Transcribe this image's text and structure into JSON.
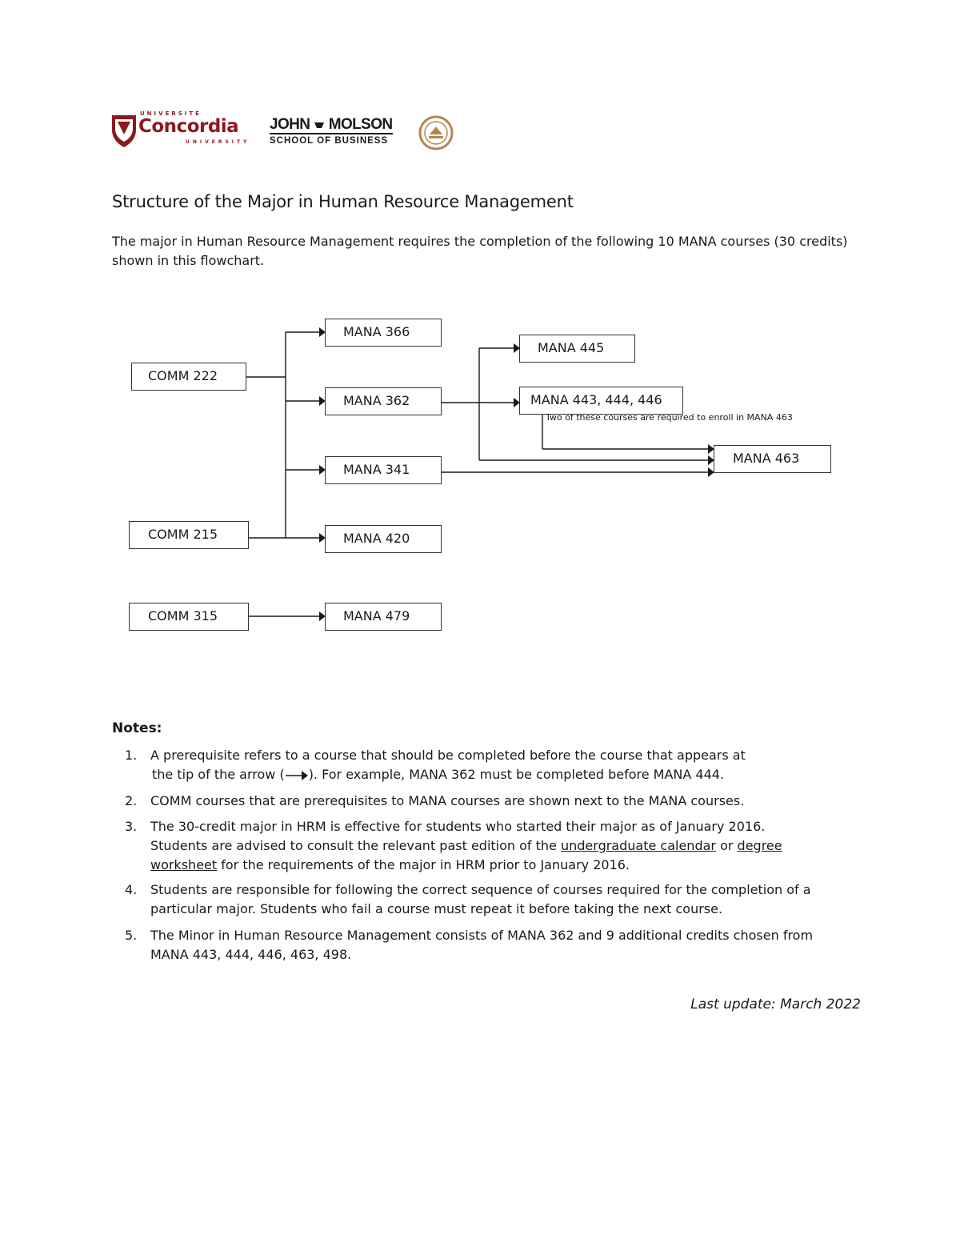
{
  "logos": {
    "concordia_top": "UNIVERSITÉ",
    "concordia_word": "Concordia",
    "concordia_bottom": "UNIVERSITY",
    "molson_top_left": "JOHN",
    "molson_top_right": "MOLSON",
    "molson_bottom": "SCHOOL OF BUSINESS",
    "colors": {
      "concordia": "#8b1a1f",
      "seal": "#b0874f"
    }
  },
  "title": "Structure of the Major in Human Resource Management",
  "intro": "The major in Human Resource Management requires the completion of the following 10 MANA courses (30 credits) shown in this flowchart.",
  "flowchart": {
    "comm222": "COMM 222",
    "comm215": "COMM 215",
    "comm315": "COMM 315",
    "mana366": "MANA 366",
    "mana362": "MANA 362",
    "mana341": "MANA 341",
    "mana420": "MANA 420",
    "mana479": "MANA 479",
    "mana445": "MANA 445",
    "mana443": "MANA 443, 444, 446",
    "mana463": "MANA 463",
    "note": "Two of these courses are required to enroll in MANA 463"
  },
  "notes": {
    "heading": "Notes:",
    "n1_num": "1.",
    "n1_a": "A prerequisite refers to a course that should be completed before the course that appears at",
    "n1_b_pre": "the tip of the arrow (",
    "n1_b_post": "). For example, MANA 362 must be completed before MANA 444.",
    "n2_num": "2.",
    "n2": "COMM courses that are prerequisites to MANA courses are shown next to the MANA courses.",
    "n3_num": "3.",
    "n3_a": "The 30-credit major in HRM is effective for students who started their major as of January 2016.",
    "n3_b_pre": "Students are advised to consult the relevant past edition of the ",
    "n3_link1": "undergraduate calendar",
    "n3_mid": " or ",
    "n3_link2a": "degree",
    "n3_link2b": "worksheet",
    "n3_c_post": " for the requirements of the major in HRM prior to January 2016.",
    "n4_num": "4.",
    "n4": "Students are responsible for following the correct sequence of courses required for the completion of a particular major. Students who fail a course must repeat it before taking the next course.",
    "n5_num": "5.",
    "n5": "The Minor in Human Resource Management consists of MANA 362 and 9 additional credits chosen from MANA 443, 444, 446, 463, 498."
  },
  "last_update": "Last update: March 2022"
}
